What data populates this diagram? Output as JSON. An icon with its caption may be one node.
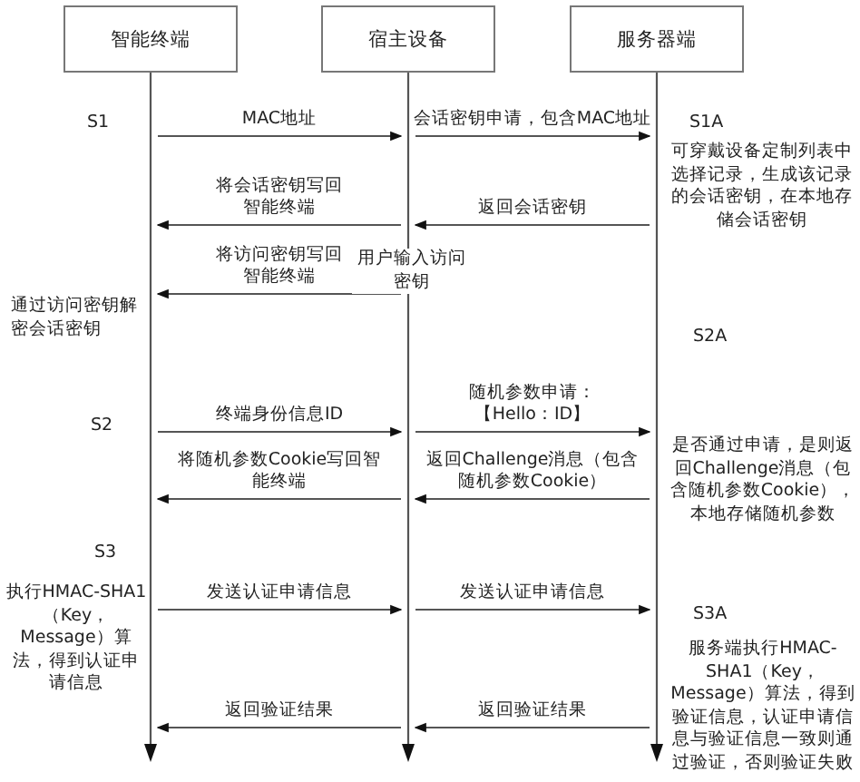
{
  "diagram": {
    "nodes": [
      {
        "text": [
          "智能终端"
        ]
      },
      {
        "text": [
          "宿主设备"
        ]
      },
      {
        "text": [
          "服务器端"
        ]
      },
      {
        "text": [],
        "shape": "line"
      },
      {
        "text": [],
        "shape": "line"
      },
      {
        "text": [],
        "shape": "line"
      }
    ],
    "edges": [
      {
        "from": 3,
        "to": 4,
        "arrow": "to",
        "label": "MAC地址"
      },
      {
        "from": 4,
        "to": 5,
        "arrow": "to",
        "label": "会话密钥申请，包含MAC地址"
      },
      {
        "from": 5,
        "to": 4,
        "arrow": "to",
        "label": "返回会话密钥"
      },
      {
        "from": 4,
        "to": 3,
        "arrow": "to",
        "label": "将会话密钥写回智能终端"
      },
      {
        "from": 4,
        "to": 3,
        "arrow": "to",
        "label": "将访问密钥写回智能终端"
      },
      {
        "from": 3,
        "to": 4,
        "arrow": "to",
        "label": "终端身份信息ID"
      },
      {
        "from": 4,
        "to": 5,
        "arrow": "to",
        "label": "随机参数申请：【Hello：ID】"
      },
      {
        "from": 5,
        "to": 4,
        "arrow": "to",
        "label": "返回Challenge消息（包含随机参数Cookie）"
      },
      {
        "from": 4,
        "to": 3,
        "arrow": "to",
        "label": "将随机参数Cookie写回智能终端"
      },
      {
        "from": 3,
        "to": 4,
        "arrow": "to",
        "label": "发送认证申请信息"
      },
      {
        "from": 4,
        "to": 5,
        "arrow": "to",
        "label": "发送认证申请信息"
      },
      {
        "from": 5,
        "to": 4,
        "arrow": "to",
        "label": "返回验证结果"
      },
      {
        "from": 4,
        "to": 3,
        "arrow": "to",
        "label": "返回验证结果"
      }
    ],
    "labels": [
      "S1",
      "S1A",
      "可穿戴设备定制列表中选择记录，生成该记录的会话密钥，在本地存储会话密钥",
      "用户输入访问密钥",
      "通过访问密钥解密会话密钥",
      "S2A",
      "S2",
      "是否通过申请，是则返回Challenge消息（包含随机参数Cookie），本地存储随机参数",
      "S3",
      "执行HMAC-SHA1（Key，Message）算法，得到认证申请信息",
      "S3A",
      "服务端执行HMAC-SHA1（Key，Message）算法，得到验证信息，认证申请信息与验证信息一致则通过验证，否则验证失败"
    ]
  }
}
